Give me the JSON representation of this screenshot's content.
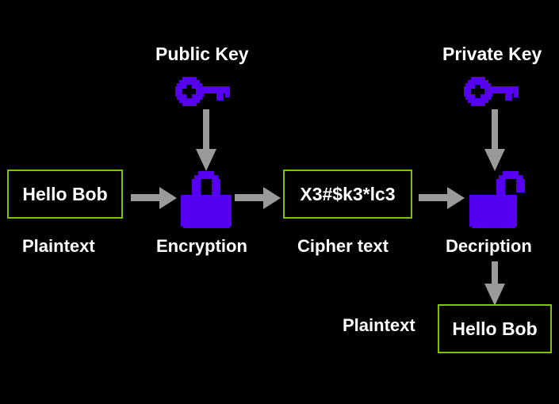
{
  "diagram": {
    "title": "Public key encryption / decryption flow",
    "background_color": "#000000",
    "accent_purple": "#5500f0",
    "box_border_green": "#7cc400",
    "arrow_gray": "#9a9a9a",
    "text_color": "#ffffff"
  },
  "labels": {
    "public_key": "Public Key",
    "private_key": "Private Key",
    "plaintext_left": "Plaintext",
    "encryption": "Encryption",
    "cipher_text": "Cipher text",
    "decription": "Decription",
    "plaintext_bottom": "Plaintext"
  },
  "boxes": {
    "plaintext_in": "Hello Bob",
    "ciphertext": "X3#$k3*lc3",
    "plaintext_out": "Hello Bob"
  },
  "icons": {
    "public_key_icon": "key-icon",
    "private_key_icon": "key-icon",
    "lock_closed_icon": "lock-closed-icon",
    "lock_open_icon": "lock-open-icon",
    "arrow_right_1": "arrow-right-icon",
    "arrow_right_2": "arrow-right-icon",
    "arrow_right_3": "arrow-right-icon",
    "arrow_down_public": "arrow-down-icon",
    "arrow_down_private": "arrow-down-icon",
    "arrow_down_output": "arrow-down-icon"
  },
  "flow": {
    "steps": [
      {
        "name": "plaintext-input",
        "label": "Plaintext",
        "value": "Hello Bob"
      },
      {
        "name": "encryption",
        "label": "Encryption",
        "key": "Public Key"
      },
      {
        "name": "ciphertext",
        "label": "Cipher text",
        "value": "X3#$k3*lc3"
      },
      {
        "name": "decryption",
        "label": "Decription",
        "key": "Private Key"
      },
      {
        "name": "plaintext-output",
        "label": "Plaintext",
        "value": "Hello Bob"
      }
    ]
  }
}
